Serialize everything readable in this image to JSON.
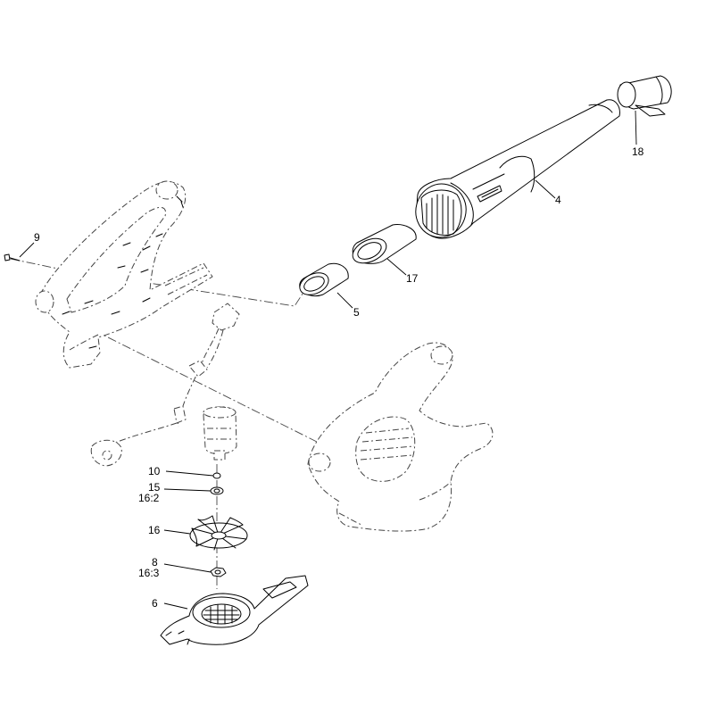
{
  "callouts": {
    "p9": "9",
    "p18": "18",
    "p4": "4",
    "p17": "17",
    "p5": "5",
    "p10": "10",
    "p15": "15",
    "p16_2": "16:2",
    "p16": "16",
    "p8": "8",
    "p16_3": "16:3",
    "p6": "6"
  }
}
